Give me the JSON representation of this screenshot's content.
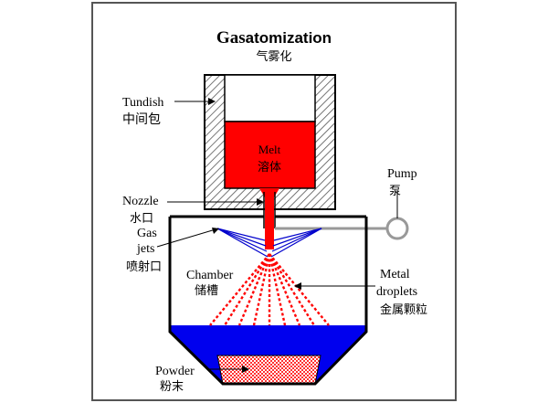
{
  "title": {
    "en_prefix": "Gas",
    "en_suffix": "atomization",
    "cn": "气雾化"
  },
  "labels": {
    "tundish": {
      "en": "Tundish",
      "cn": "中间包"
    },
    "melt": {
      "en": "Melt",
      "cn": "溶体"
    },
    "nozzle": {
      "en": "Nozzle",
      "cn": "水口"
    },
    "gas_jets": {
      "en_line1": "Gas",
      "en_line2": "jets",
      "cn": "喷射口"
    },
    "pump": {
      "en": "Pump",
      "cn": "泵"
    },
    "chamber": {
      "en": "Chamber",
      "cn": "储槽"
    },
    "metal_droplets": {
      "en_line1": "Metal",
      "en_line2": "droplets",
      "cn": "金属颗粒"
    },
    "powder": {
      "en": "Powder",
      "cn": "粉末"
    }
  },
  "colors": {
    "melt": "#ff0000",
    "gas_jets": "#0000cc",
    "powder_bed": "#0000ee",
    "powder_hatch": "#ff2020",
    "tundish_hatch": "#555555",
    "pipe": "#888888"
  }
}
